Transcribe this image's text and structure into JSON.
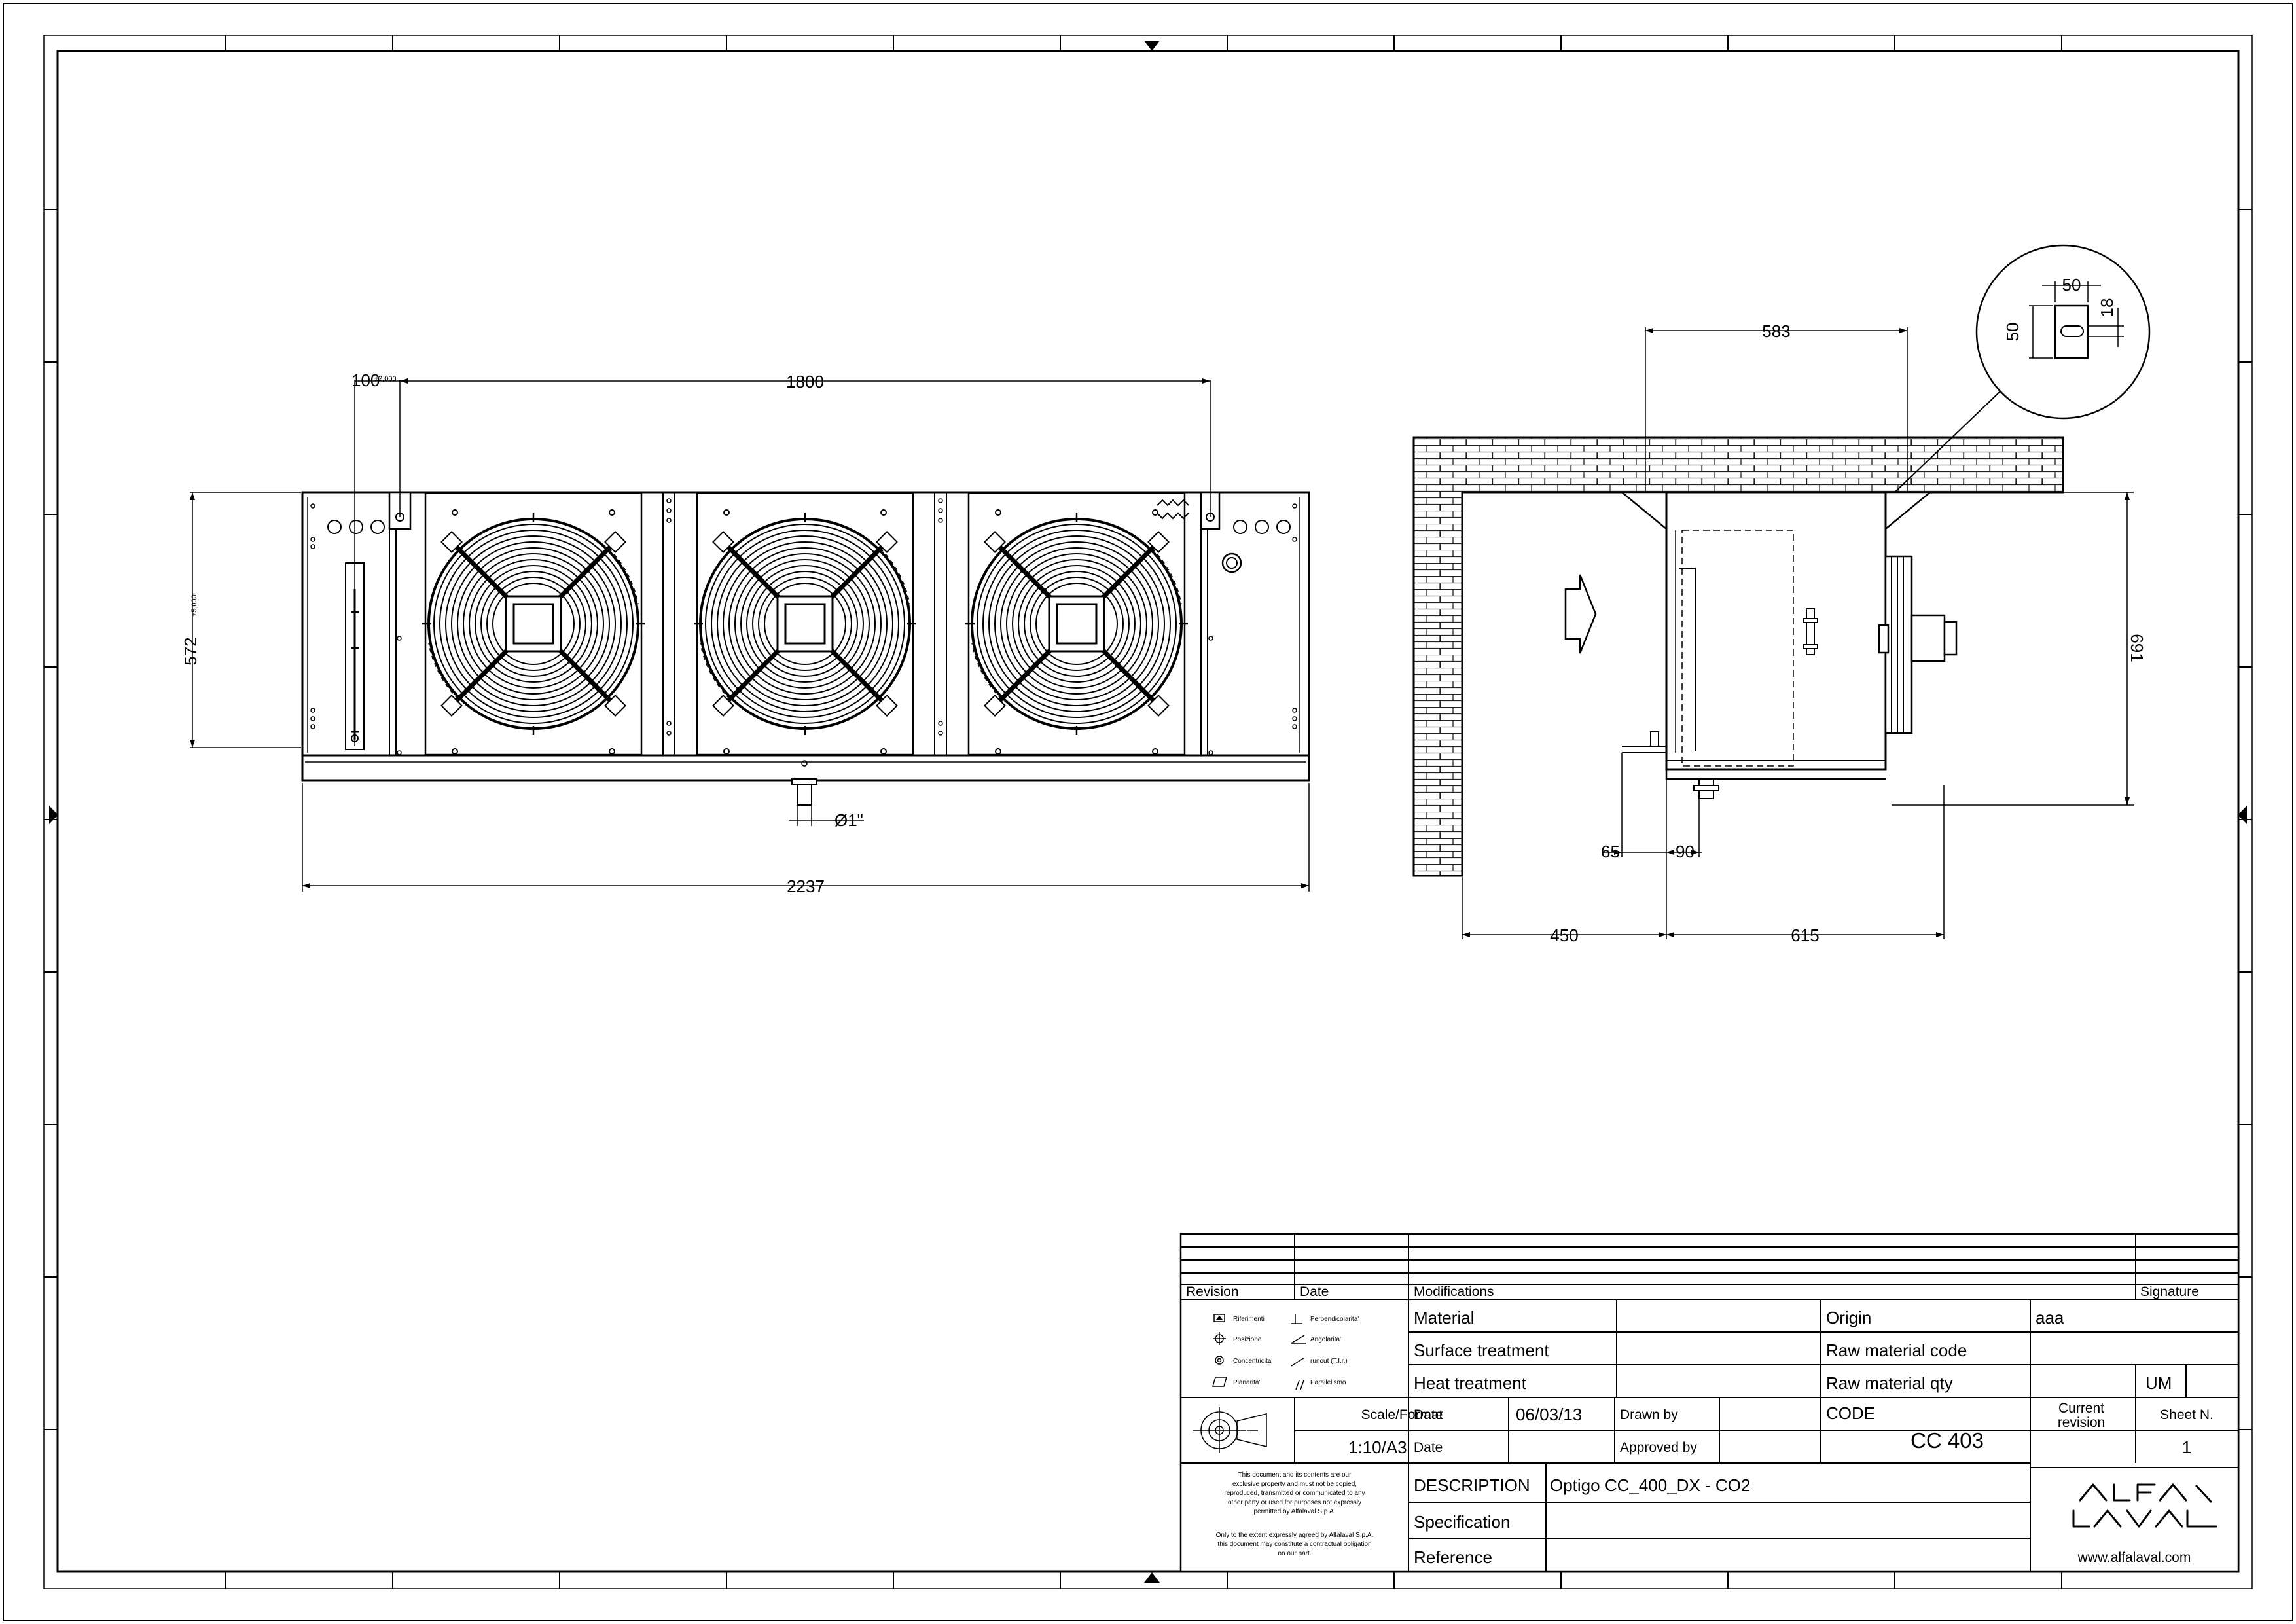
{
  "front_view": {
    "dims": {
      "pitch": "100",
      "pitch_tol": "±2,000",
      "fan_spacing": "1800",
      "height": "572",
      "height_tol": "±5,000",
      "drain": "Ø1\"",
      "length": "2237"
    },
    "fans": 3
  },
  "side_view": {
    "dims": {
      "bracket": "583",
      "height": "691",
      "d65": "65",
      "d90": "90",
      "wall_gap": "450",
      "depth": "615"
    },
    "detail": {
      "w50": "50",
      "h50": "50",
      "d18": "18"
    }
  },
  "title_block": {
    "headers": {
      "revision": "Revision",
      "date": "Date",
      "modifications": "Modifications",
      "signature": "Signature"
    },
    "symbols": {
      "riferimenti": "Riferimenti",
      "posizione": "Posizione",
      "concentricita": "Concentricita'",
      "planarita": "Planarita'",
      "perpendicolarita": "Perpendicolarita'",
      "angolarita": "Angolarita'",
      "runout": "runout (T.I.r.)",
      "parallelismo": "Parallelismo"
    },
    "material_label": "Material",
    "surface_label": "Surface treatment",
    "heat_label": "Heat treatment",
    "origin_label": "Origin",
    "origin_value": "aaa",
    "raw_code_label": "Raw material code",
    "raw_qty_label": "Raw material qty",
    "um_label": "UM",
    "scale_label": "Scale/Format",
    "scale_value": "1:10/A3",
    "date_label": "Date",
    "date_value": "06/03/13",
    "date2_label": "Date",
    "drawn_by_label": "Drawn by",
    "approved_by_label": "Approved by",
    "code_label": "CODE",
    "code_value": "CC 403",
    "current_revision_line1": "Current",
    "current_revision_line2": "revision",
    "sheet_label": "Sheet N.",
    "sheet_value": "1",
    "description_label": "DESCRIPTION",
    "description_value": "Optigo CC_400_DX - CO2",
    "specification_label": "Specification",
    "reference_label": "Reference",
    "disclaimer": [
      "This document and its contents are our",
      "exclusive property and must not be copied,",
      "reproduced, transmitted or communicated to any",
      "other party or used for purposes not expressly",
      "permitted by Alfalaval S.p.A.",
      "",
      "Only to the extent expressly agreed by Alfalaval S.p.A.",
      "this document may constitute a contractual obligation",
      "on our part."
    ],
    "website": "www.alfalaval.com"
  }
}
